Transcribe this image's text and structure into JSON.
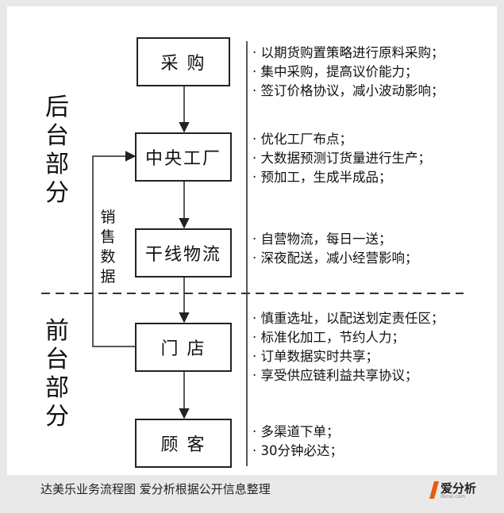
{
  "flow": {
    "nodes": [
      {
        "id": "procure",
        "label": "采 购"
      },
      {
        "id": "central_factory",
        "label": "中央工厂"
      },
      {
        "id": "trunk_logistics",
        "label": "干线物流"
      },
      {
        "id": "store",
        "label": "门 店"
      },
      {
        "id": "customer",
        "label": "顾 客"
      }
    ],
    "feedback_label": [
      "销",
      "售",
      "数",
      "据"
    ]
  },
  "sections": {
    "back": [
      "后",
      "台",
      "部",
      "分"
    ],
    "front": [
      "前",
      "台",
      "部",
      "分"
    ]
  },
  "notes": {
    "procure": [
      "· 以期货购置策略进行原料采购；",
      "· 集中采购，提高议价能力；",
      "· 签订价格协议，减小波动影响；"
    ],
    "central_factory": [
      "· 优化工厂布点；",
      "· 大数据预测订货量进行生产；",
      "· 预加工，生成半成品；"
    ],
    "trunk_logistics": [
      "· 自营物流，每日一送；",
      "· 深夜配送，减小经营影响；"
    ],
    "store": [
      "· 慎重选址，以配送划定责任区；",
      "· 标准化加工，节约人力；",
      "· 订单数据实时共享；",
      "· 享受供应链利益共享协议；"
    ],
    "customer": [
      "· 多渠道下单；",
      "· 30分钟必达；"
    ]
  },
  "footer": {
    "caption": "达美乐业务流程图  爱分析根据公开信息整理",
    "logo_text": "爱分析",
    "logo_sub": "ifenxi.com"
  },
  "colors": {
    "logo_accent": "#e8590c",
    "line": "#222222",
    "background": "#e9e9e9",
    "panel": "#ffffff"
  }
}
